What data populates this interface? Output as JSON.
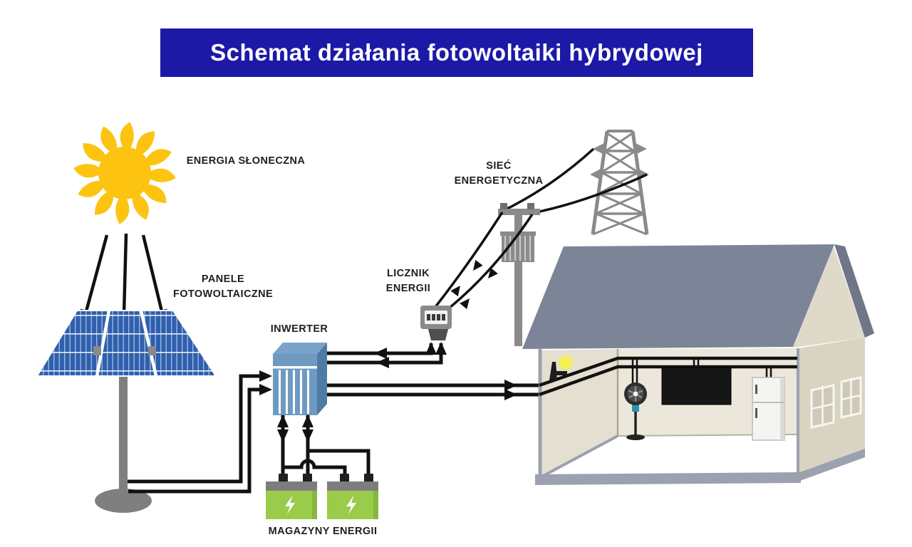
{
  "title": {
    "text": "Schemat działania fotowoltaiki hybrydowej"
  },
  "labels": {
    "solar_energy": "ENERGIA SŁONECZNA",
    "panels": [
      "PANELE",
      "FOTOWOLTAICZNE"
    ],
    "inverter": "INWERTER",
    "energy_meter": [
      "LICZNIK",
      "ENERGII"
    ],
    "power_grid": [
      "SIEĆ",
      "ENERGETYCZNA"
    ],
    "energy_storage": "MAGAZYNY ENERGII"
  },
  "colors": {
    "banner_bg": "#1c19a7",
    "banner_text": "#ffffff",
    "sun_yellow": "#fcc411",
    "panel_blue": "#2f5fae",
    "inverter_front": "#6e9ac2",
    "inverter_side": "#4e7aa5",
    "battery_green": "#9bcb4a",
    "battery_top": "#7d7d7d",
    "roof_gray": "#7c8598",
    "wall_beige": "#ebe7da",
    "wall_side_beige": "#d9d4c2",
    "metal_gray": "#8a8a8a",
    "wire_black": "#111111",
    "label_text": "#1f1f1f",
    "lamp_yellow": "#f3ef55"
  }
}
